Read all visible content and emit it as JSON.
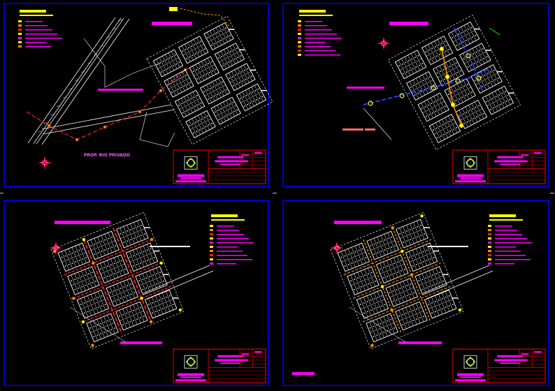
{
  "colors": {
    "background": "#000000",
    "frame": "#0000ff",
    "title_bar": "#ff00ff",
    "linework": "#ffffff",
    "network": "#ff2020",
    "network_orange": "#ff8a00",
    "legend_yellow": "#ffff00",
    "legend_magenta": "#ff00ff",
    "blue_pipe": "#1e40ff",
    "title_block": "#ff0000",
    "logo": "#2ec4b6"
  },
  "sheets": [
    {
      "id": "sheet-1",
      "road_label": "PROP. RIO PRIVADO"
    },
    {
      "id": "sheet-2",
      "road_label": ""
    },
    {
      "id": "sheet-3",
      "road_label": ""
    },
    {
      "id": "sheet-4",
      "road_label": ""
    }
  ],
  "icons": [
    "compass-rose-icon",
    "company-logo-icon"
  ]
}
